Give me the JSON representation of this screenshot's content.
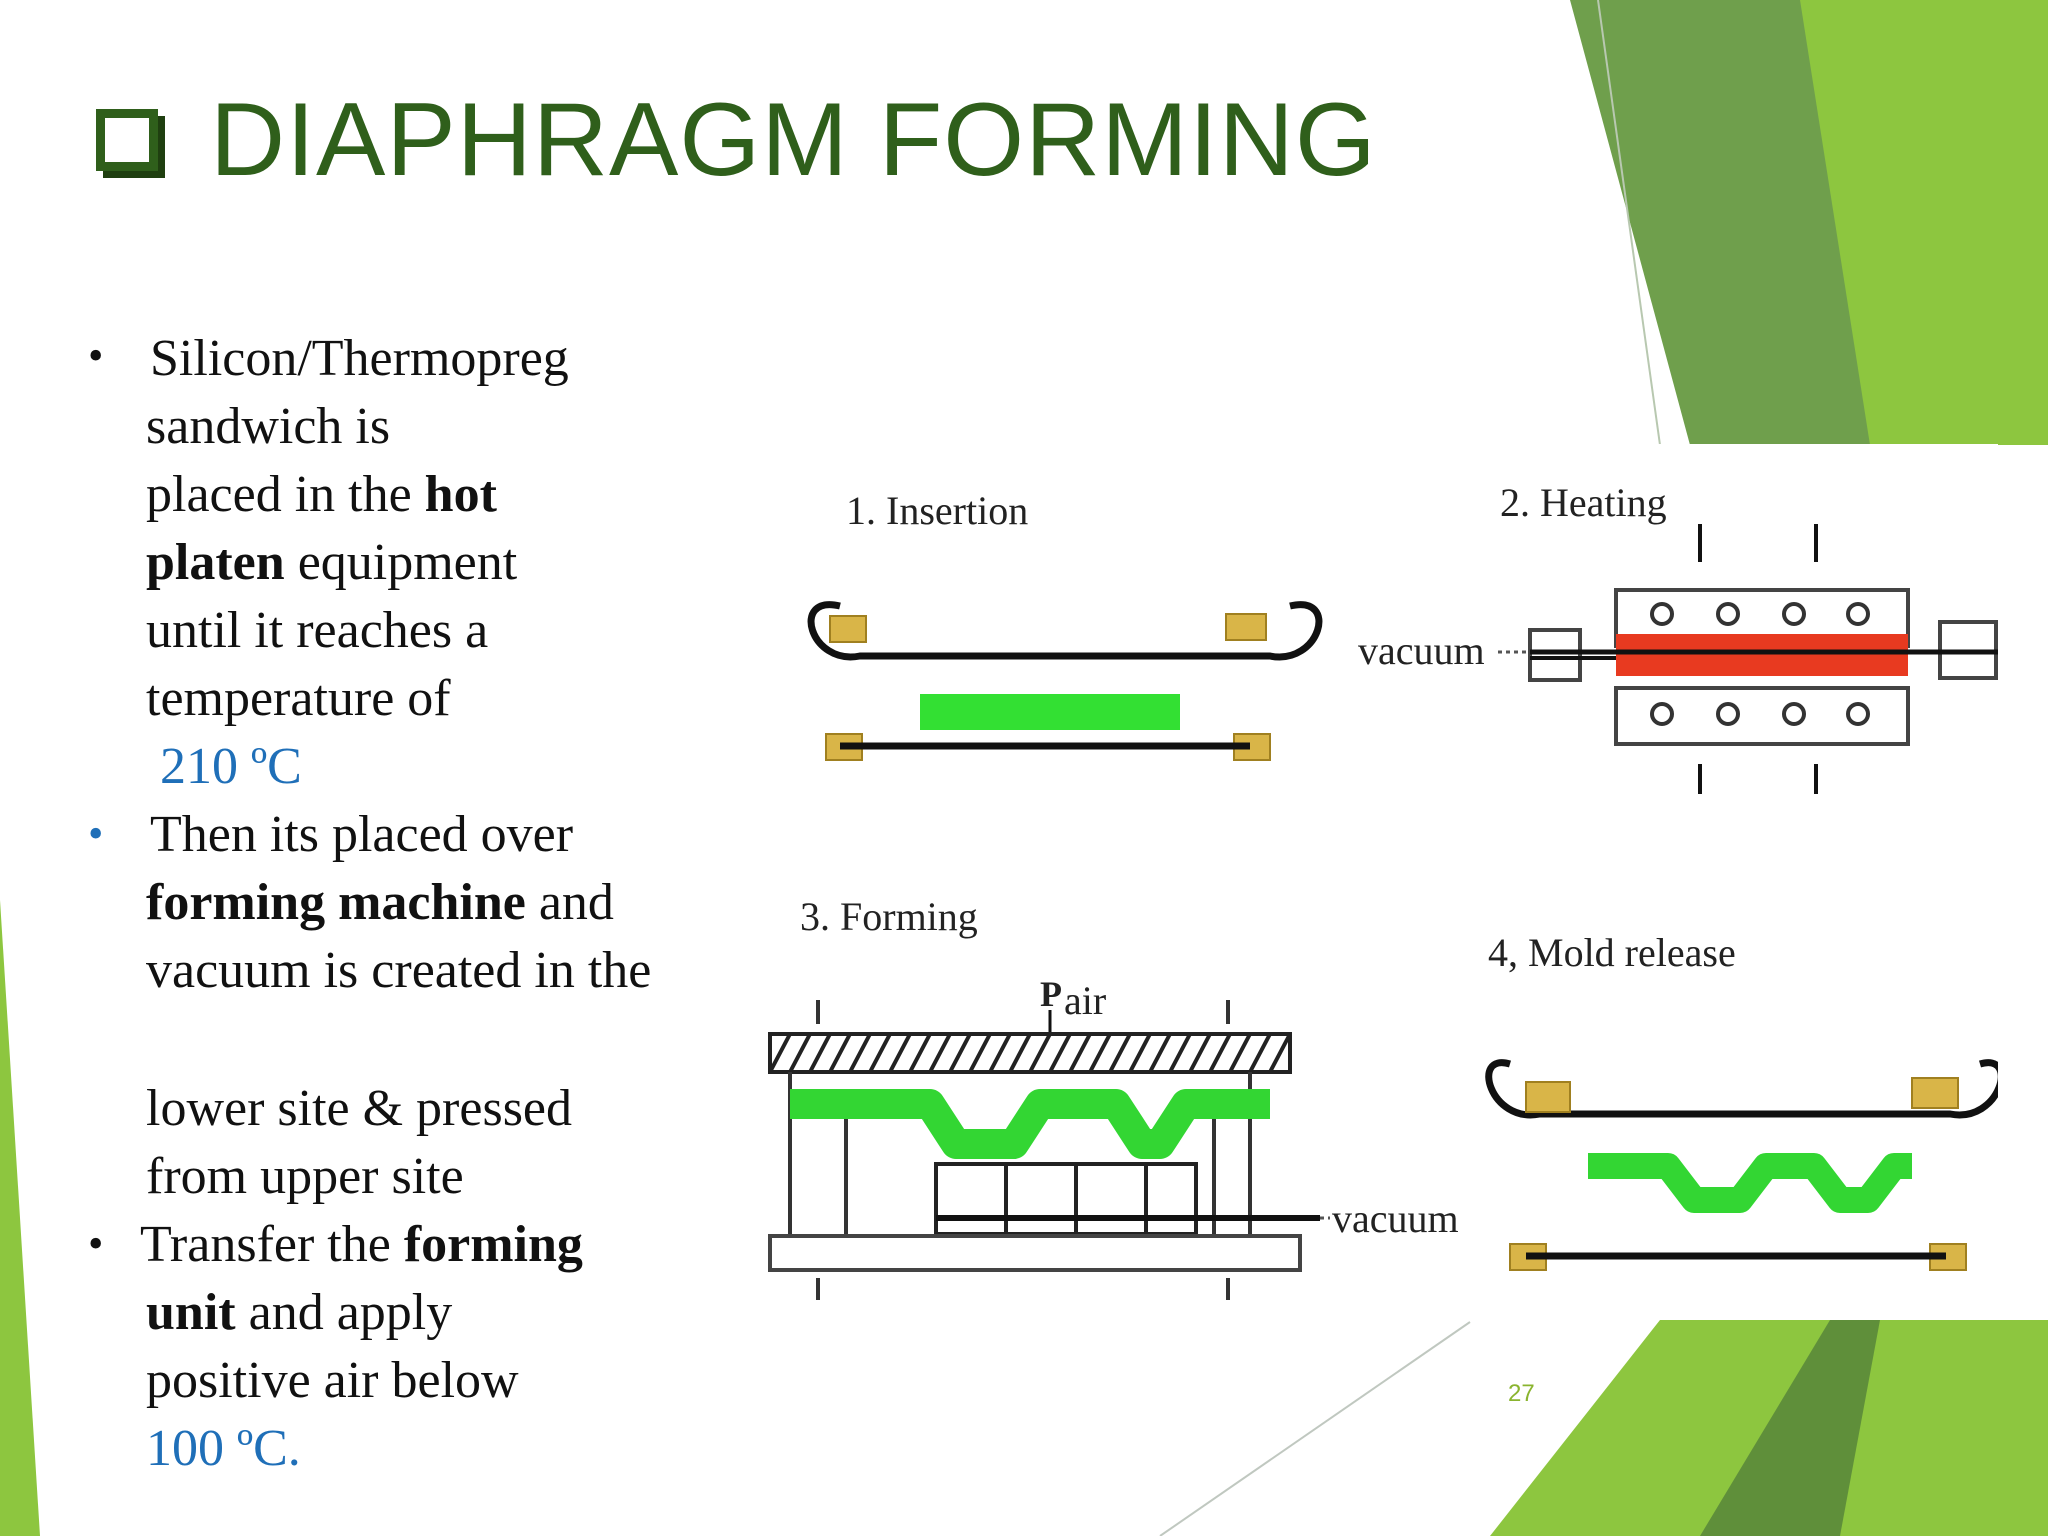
{
  "slide": {
    "title": "DIAPHRAGM FORMING",
    "page_number": "27",
    "colors": {
      "title": "#2f5f1b",
      "accent_green": "#8dc63f",
      "highlight_blue": "#1f6fb8"
    }
  },
  "bullets": {
    "b1": {
      "l1": "Silicon/Thermopreg",
      "l2": "sandwich is",
      "l3a": "placed in the ",
      "l3b": "hot",
      "l4a": "platen",
      "l4b": " equipment",
      "l5": "until it reaches a",
      "l6": "temperature of",
      "l7": "210 ºC"
    },
    "b2": {
      "l1": "Then its placed over",
      "l2a": "forming machine",
      "l2b": " and",
      "l3": "vacuum is created in the",
      "l4": "lower site & pressed",
      "l5": "from upper site"
    },
    "b3": {
      "l1a": "Transfer the ",
      "l1b": "forming",
      "l2a": "unit",
      "l2b": " and apply",
      "l3": "positive air below",
      "l4": "100 ºC."
    }
  },
  "figure": {
    "step1": "1. Insertion",
    "step2": "2. Heating",
    "step3": "3. Forming",
    "step4": "4, Mold release",
    "vacuum_heating": "vacuum",
    "vacuum_forming": "vacuum",
    "air": "air",
    "air_mark": "P"
  }
}
